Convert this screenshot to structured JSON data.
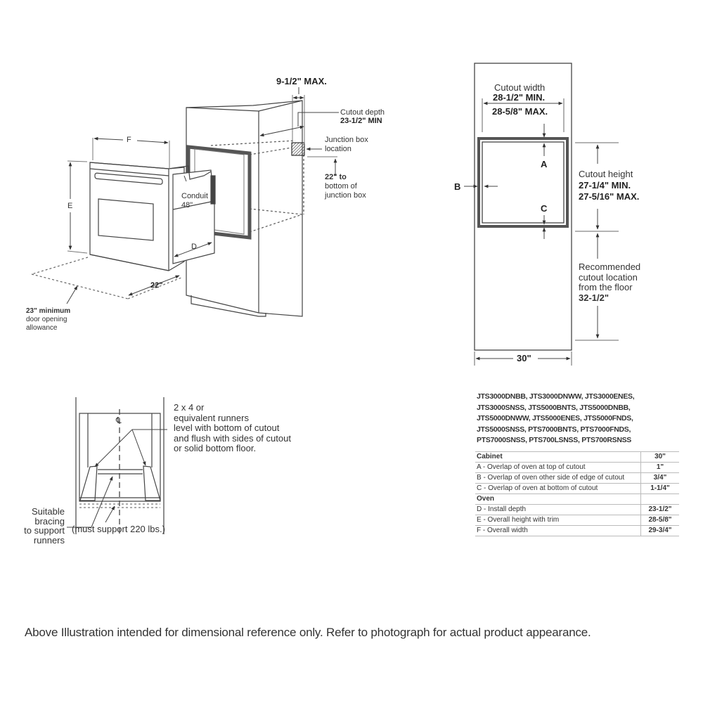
{
  "diagram": {
    "iso_view": {
      "dim_top_max": "9-1/2\" MAX.",
      "cutout_depth_label": "Cutout depth",
      "cutout_depth_value": "23-1/2\" MIN",
      "junction_box_line1": "Junction box",
      "junction_box_line2": "location",
      "jbox_height_line1": "22\" to",
      "jbox_height_line2": "bottom of",
      "jbox_height_line3": "junction box",
      "label_f": "F",
      "label_e": "E",
      "label_d": "D",
      "conduit_label": "Conduit",
      "conduit_value": "48\"",
      "depth_22": "22\"",
      "door_allowance_line1": "23\" minimum",
      "door_allowance_line2": "door opening",
      "door_allowance_line3": "allowance"
    },
    "front_view": {
      "cutout_width_label": "Cutout width",
      "cutout_width_min": "28-1/2\" MIN.",
      "cutout_width_max": "28-5/8\" MAX.",
      "label_a": "A",
      "label_b": "B",
      "label_c": "C",
      "cutout_height_label": "Cutout height",
      "cutout_height_min": "27-1/4\" MIN.",
      "cutout_height_max": "27-5/16\" MAX.",
      "floor_line1": "Recommended",
      "floor_line2": "cutout location",
      "floor_line3": "from the floor",
      "floor_value": "32-1/2\"",
      "cabinet_width": "30\""
    },
    "runner_view": {
      "centerline_symbol": "℄",
      "runners_line1": "2 x 4 or",
      "runners_line2": "equivalent runners",
      "runners_line3": "level with bottom of cutout",
      "runners_line4": "and flush with sides of cutout",
      "runners_line5": "or solid bottom floor.",
      "bracing_line1": "Suitable",
      "bracing_line2": "bracing",
      "bracing_line3": "to support",
      "bracing_line4": "runners",
      "support_note": "(must support 220 lbs.)"
    }
  },
  "models": {
    "line1": "JTS3000DNBB, JTS3000DNWW, JTS3000ENES,",
    "line2": "JTS3000SNSS, JTS5000BNTS, JTS5000DNBB,",
    "line3": "JTS5000DNWW, JTS5000ENES, JTS5000FNDS,",
    "line4": "JTS5000SNSS, PTS7000BNTS, PTS7000FNDS,",
    "line5": "PTS7000SNSS, PTS700LSNSS, PTS700RSNSS"
  },
  "spec_table": {
    "rows": [
      {
        "label": "Cabinet",
        "value": "30\""
      },
      {
        "label": "A - Overlap of oven at top of cutout",
        "value": "1\""
      },
      {
        "label": "B - Overlap of oven other side of edge of cutout",
        "value": "3/4\""
      },
      {
        "label": "C - Overlap of oven at bottom of cutout",
        "value": "1-1/4\""
      },
      {
        "label": "Oven",
        "value": ""
      },
      {
        "label": "D - Install depth",
        "value": "23-1/2\""
      },
      {
        "label": "E - Overall height with trim",
        "value": "28-5/8\""
      },
      {
        "label": "F - Overall width",
        "value": "29-3/4\""
      }
    ]
  },
  "footer": {
    "disclaimer": "Above Illustration intended for dimensional reference only. Refer to photograph for actual product appearance."
  }
}
